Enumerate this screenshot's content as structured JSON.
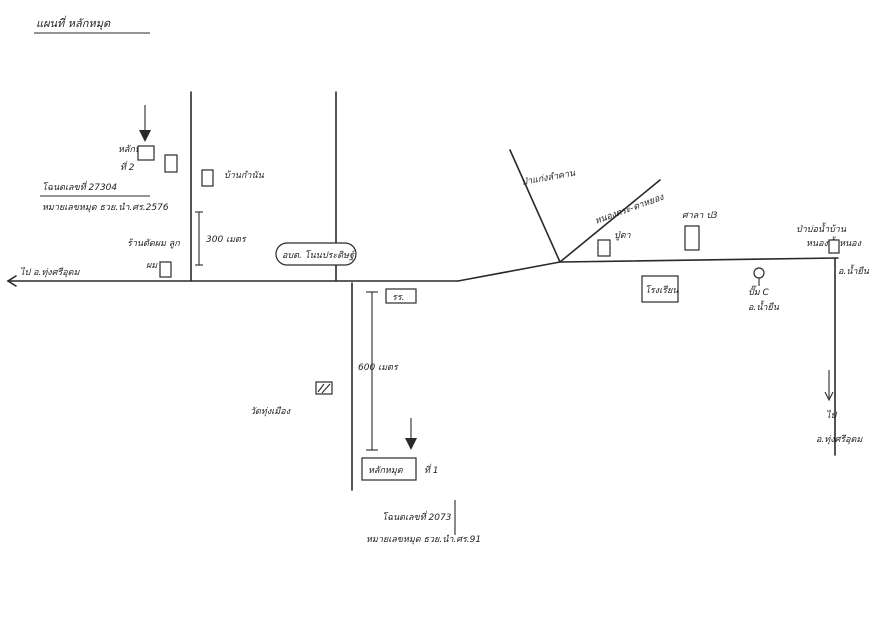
{
  "title": "แผนที่ หลักหมุด",
  "landmarks": {
    "house": "บ้านกำนัน",
    "barber": "ร้านตัดผม ลูก",
    "barber2": "ผม",
    "obt": "อบต. โนนประดิษฐ์",
    "school_badge": "รร.",
    "school2": "โรงเรียน",
    "tree": "ป่าแก่งลำคาน",
    "road_sign": "หนองตระ-ตาหยอง",
    "sala": "ศาลา ป3",
    "shrine": "ปู่ตา",
    "pond_top": "ป่าบ่อน้ำบ้าน",
    "pond_top2": "หนองน้ำหนอง",
    "pump": "ปั๊ม C",
    "pump2": "อ.น้ำยืน",
    "village_right": "อ.น้ำยืน",
    "temple": "วัดทุ่งเมือง"
  },
  "directions": {
    "left": "ไป อ.ทุ่งศรีอุดม",
    "down": "ไป",
    "down2": "อ.ทุ่งศรีอุดม"
  },
  "distances": {
    "north": "300 เมตร",
    "south": "600 เมตร"
  },
  "markers": {
    "marker2": "หลักหมุดที่ 2",
    "marker2_label": "หลักหมุด",
    "marker2_num": "ที่ 2",
    "marker2_code": "โฉนดเลขที่ 27304",
    "marker2_sub": "หมายเลขหมุด ธวย.นำ.ศร.2576",
    "marker1_label": "หลักหมุด",
    "marker1_num": "ที่ 1",
    "marker1_code": "โฉนดเลขที่ 2073",
    "marker1_sub": "หมายเลขหมุด ธวย.นำ.ศร.91"
  }
}
